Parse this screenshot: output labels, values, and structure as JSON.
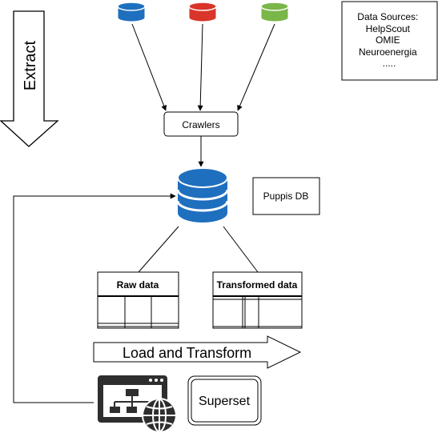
{
  "stages": {
    "extract": "Extract",
    "load_transform": "Load and Transform"
  },
  "sources": {
    "colors": [
      "#1f6fbf",
      "#d9352a",
      "#7ab648"
    ],
    "info_lines": [
      "Data Sources:",
      "HelpScout",
      "OMIE",
      "Neuroenergia",
      "....."
    ]
  },
  "crawlers": {
    "label": "Crawlers"
  },
  "database": {
    "label": "Puppis DB",
    "color": "#1f6fbf"
  },
  "tables": {
    "raw": {
      "title": "Raw data"
    },
    "transformed": {
      "title": "Transformed data"
    }
  },
  "superset": {
    "label": "Superset"
  }
}
